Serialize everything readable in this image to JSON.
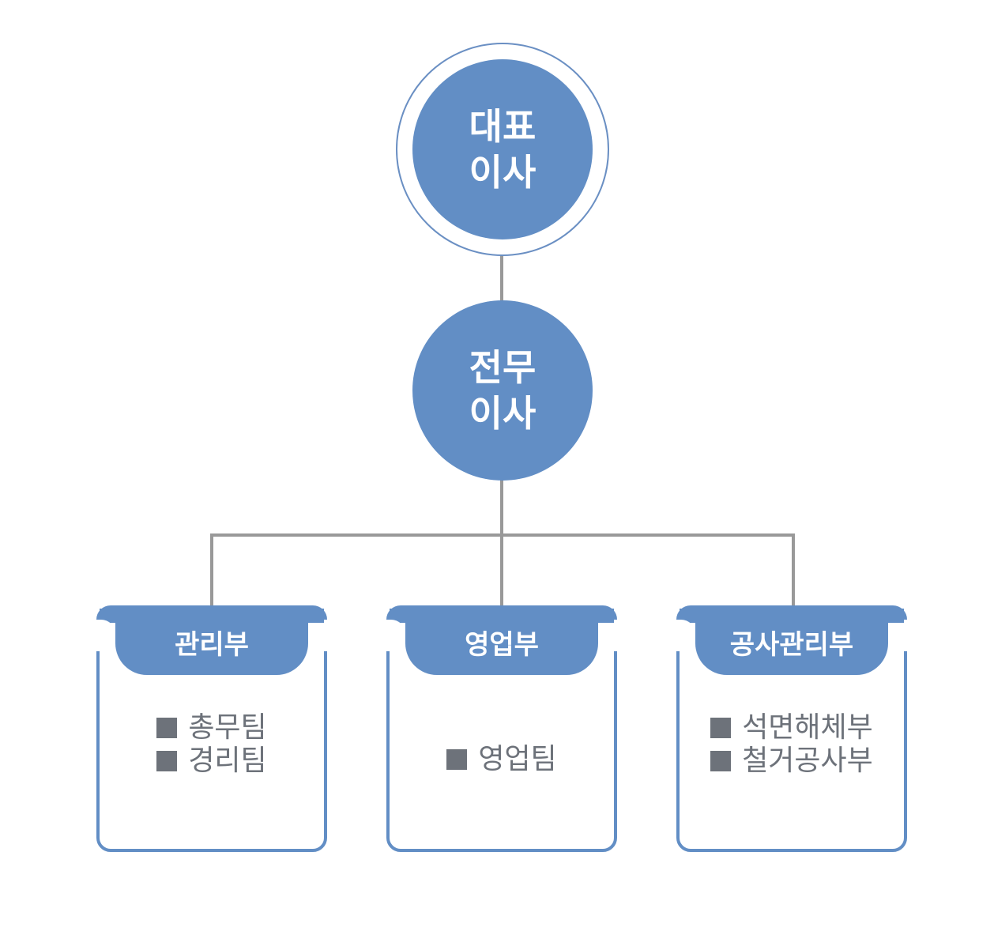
{
  "colors": {
    "node_fill": "#628ec5",
    "ring": "#6a8fc3",
    "connector": "#999999",
    "team_text": "#6d727a"
  },
  "ceo": {
    "line1": "대표",
    "line2": "이사"
  },
  "managing_director": {
    "line1": "전무",
    "line2": "이사"
  },
  "departments": [
    {
      "name": "관리부",
      "teams": [
        "총무팀",
        "경리팀"
      ]
    },
    {
      "name": "영업부",
      "teams": [
        "영업팀"
      ]
    },
    {
      "name": "공사관리부",
      "teams": [
        "석면해체부",
        "철거공사부"
      ]
    }
  ],
  "bullet_icon": "square-bullet-icon"
}
